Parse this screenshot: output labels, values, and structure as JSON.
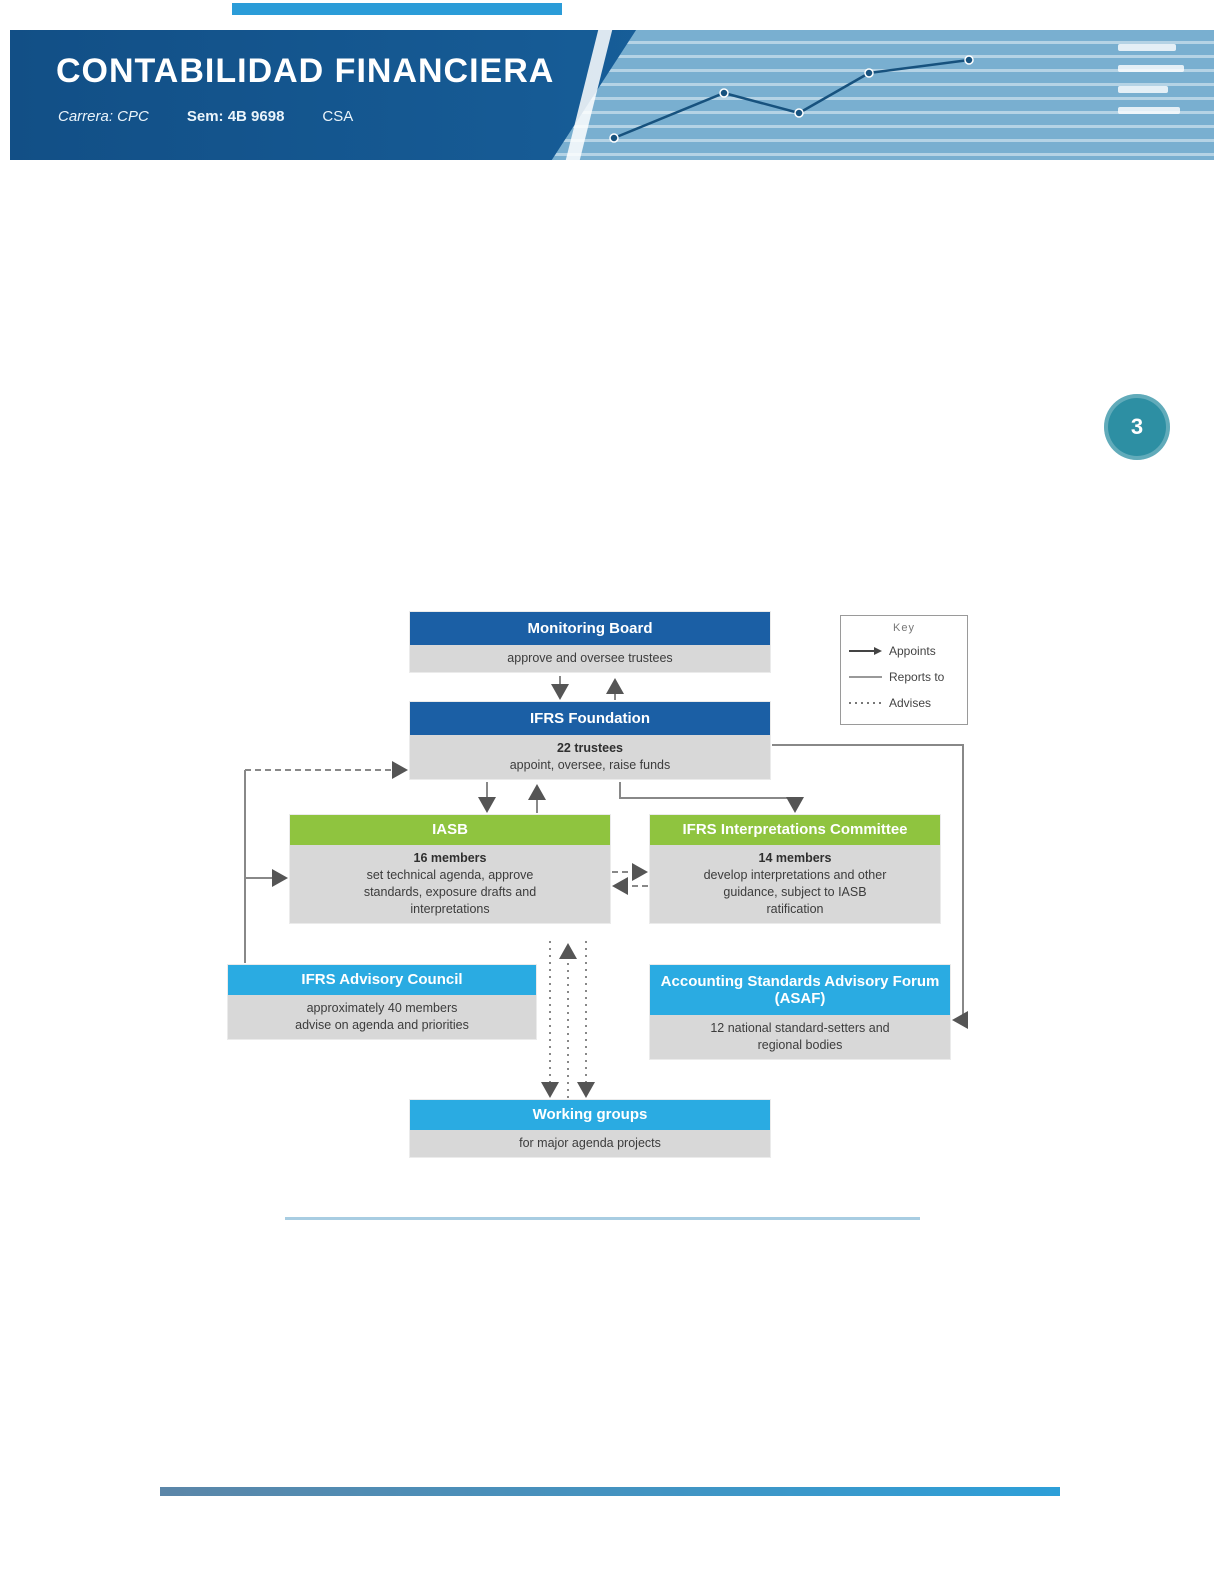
{
  "page": {
    "badge": "3"
  },
  "header": {
    "title": "CONTABILIDAD FINANCIERA",
    "subtitle": {
      "s0": "Carrera: CPC",
      "s1": "Sem: 4B 9698",
      "s2": "CSA"
    }
  },
  "diagram": {
    "boxes": {
      "monitoring": {
        "title": "Monitoring Board",
        "l0": "approve and oversee trustees"
      },
      "foundation": {
        "title": "IFRS Foundation",
        "l0": "22 trustees",
        "l1": "appoint, oversee, raise funds"
      },
      "iasb": {
        "title": "IASB",
        "l0": "16 members",
        "l1": "set technical agenda, approve",
        "l2": "standards, exposure drafts and",
        "l3": "interpretations"
      },
      "interpretations": {
        "title": "IFRS Interpretations Committee",
        "l0": "14 members",
        "l1": "develop interpretations and other",
        "l2": "guidance, subject to IASB",
        "l3": "ratification"
      },
      "advisory": {
        "title": "IFRS Advisory Council",
        "l0": "approximately 40 members",
        "l1": "advise on agenda and priorities"
      },
      "asaf": {
        "title": "Accounting Standards Advisory Forum (ASAF)",
        "l0": "12 national standard-setters and",
        "l1": "regional bodies"
      },
      "working": {
        "title": "Working groups",
        "l0": "for major agenda projects"
      }
    },
    "legend": {
      "title": "Key",
      "i0": "Appoints",
      "i1": "Reports to",
      "i2": "Advises"
    }
  },
  "colors": {
    "dark_blue": "#1b5fa5",
    "green": "#8fc43f",
    "cyan": "#2aabe2",
    "body_gray": "#d8d8d8",
    "teal": "#2d8fa3"
  }
}
